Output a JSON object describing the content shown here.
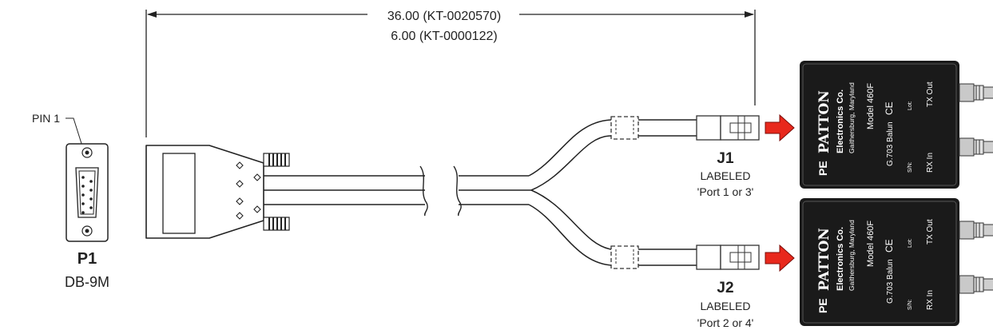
{
  "dimension": {
    "line1": "36.00 (KT-0020570)",
    "line2": "6.00 (KT-0000122)"
  },
  "p1": {
    "pin_label": "PIN 1",
    "name": "P1",
    "type": "DB-9M"
  },
  "j1": {
    "name": "J1",
    "label1": "LABELED",
    "label2": "'Port 1 or 3'"
  },
  "j2": {
    "name": "J2",
    "label1": "LABELED",
    "label2": "'Port 2 or 4'"
  },
  "device": {
    "brand1": "PATTON",
    "brand2": "Electronics Co.",
    "brand3": "Gaithersburg, Maryland",
    "logo": "PE",
    "model": "Model 460F",
    "desc": "G.703 Balun",
    "ce": "CE",
    "lot": "Lot:",
    "sn": "S/N:",
    "tx": "TX Out",
    "rx": "RX In"
  },
  "colors": {
    "line": "#222222",
    "arrow": "#e8281c",
    "device": "#1a1a1a"
  }
}
